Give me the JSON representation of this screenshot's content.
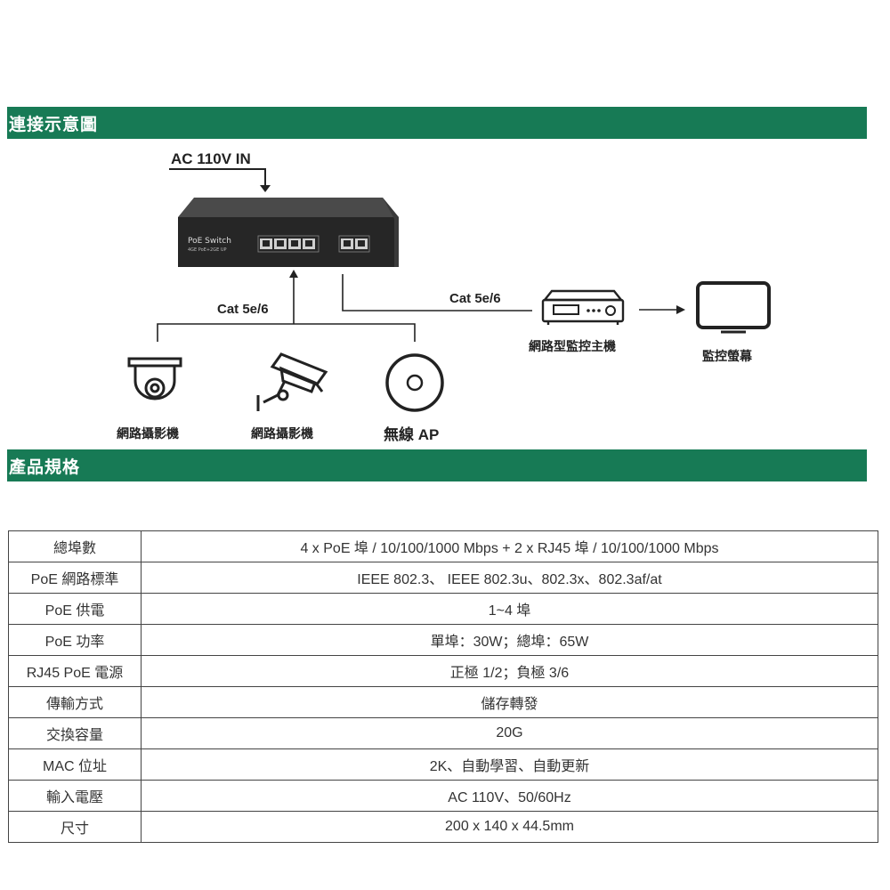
{
  "sections": {
    "connection_title": "連接示意圖",
    "spec_title": "產品規格"
  },
  "diagram": {
    "power_label": "AC 110V IN",
    "switch_brand": "PoE Switch",
    "switch_model": "4GE PoE+2GE UP",
    "cable_left": "Cat 5e/6",
    "cable_right": "Cat 5e/6",
    "nvr_label": "網路型監控主機",
    "monitor_label": "監控螢幕",
    "camera1_label": "網路攝影機",
    "camera2_label": "網路攝影機",
    "ap_label": "無線 AP"
  },
  "specs": [
    {
      "key": "總埠數",
      "value": "4 x PoE 埠 / 10/100/1000 Mbps + 2 x RJ45 埠 / 10/100/1000 Mbps"
    },
    {
      "key": "PoE 網路標準",
      "value": "IEEE 802.3、 IEEE 802.3u、802.3x、802.3af/at"
    },
    {
      "key": "PoE 供電",
      "value": "1~4 埠"
    },
    {
      "key": "PoE 功率",
      "value": "單埠：30W；總埠：65W"
    },
    {
      "key": "RJ45 PoE 電源",
      "value": "正極 1/2；負極 3/6"
    },
    {
      "key": "傳輸方式",
      "value": "儲存轉發"
    },
    {
      "key": "交換容量",
      "value": "20G"
    },
    {
      "key": "MAC 位址",
      "value": "2K、自動學習、自動更新"
    },
    {
      "key": "輸入電壓",
      "value": "AC 110V、50/60Hz"
    },
    {
      "key": "尺寸",
      "value": "200 x 140 x 44.5mm"
    }
  ],
  "colors": {
    "banner": "#177a55",
    "switch_body": "#2b2b2b",
    "line": "#222222"
  },
  "icons": [
    "arrow-down-icon",
    "switch-device",
    "nvr-icon",
    "monitor-icon",
    "dome-camera-icon",
    "bullet-camera-icon",
    "wireless-ap-icon"
  ]
}
